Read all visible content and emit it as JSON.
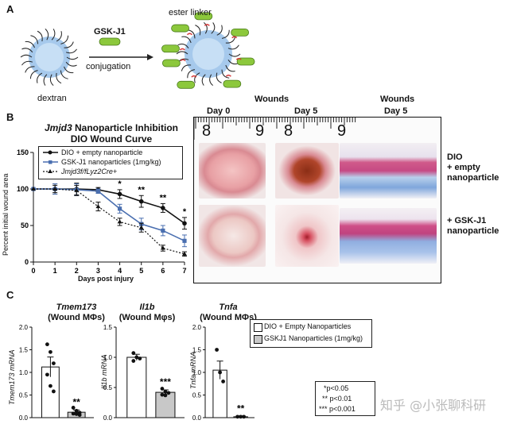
{
  "panelA": {
    "letter": "A",
    "dextran_label": "dextran",
    "drug_label": "GSK-J1",
    "arrow_label": "conjugation",
    "linker_label": "ester linker"
  },
  "panelB": {
    "letter": "B",
    "title_italic": "Jmjd3",
    "title_rest": " Nanoparticle Inhibition",
    "title_line2": "DIO Wound Curve",
    "ylabel": "Percent initial wound area",
    "xlabel": "Days post injury",
    "legend": [
      {
        "text": "DIO + empty nanoparticle",
        "style": "solid-black"
      },
      {
        "text": "GSK-J1 nanoparticles (1mg/kg)",
        "style": "solid-blue"
      },
      {
        "text": "Jmjd3f/fLyz2Cre+",
        "style": "dotted-black"
      }
    ],
    "sig_marks": [
      {
        "day": 4,
        "text": "*"
      },
      {
        "day": 5,
        "text": "**"
      },
      {
        "day": 6,
        "text": "**"
      },
      {
        "day": 7,
        "text": "*"
      }
    ],
    "images": {
      "header_wounds": "Wounds",
      "header_day0": "Day 0",
      "header_day5": "Day 5",
      "header_wounds2": "Wounds",
      "header_day5b": "Day 5",
      "ruler_left_8": "8",
      "ruler_left_9": "9",
      "ruler_right_8": "8",
      "ruler_right_9": "9",
      "row1_label_line1": "DIO",
      "row1_label_line2": "+ empty",
      "row1_label_line3": "nanoparticle",
      "row2_label_line1": "+ GSK-J1",
      "row2_label_line2": "nanoparticle"
    }
  },
  "panelC": {
    "letter": "C",
    "charts": [
      {
        "gene": "Tmem173",
        "sub": "(Wound MΦs)",
        "ylabel": "Tmem173 mRNA",
        "sig": "**"
      },
      {
        "gene": "Il1b",
        "sub": "(Wound Mφs)",
        "ylabel": "Il1b mRNA",
        "sig": "***"
      },
      {
        "gene": "Tnfa",
        "sub": "(Wound MΦs)",
        "ylabel": "Tnfa mRNA",
        "sig": "**"
      }
    ],
    "legend": [
      {
        "text": "DIO + Empty Nanoparticles",
        "fill": "#ffffff"
      },
      {
        "text": "GSKJ1 Nanoparticles (1mg/kg)",
        "fill": "#c8c8c8"
      }
    ],
    "pvals": [
      "*p<0.05",
      "** p<0.01",
      "*** p<0.001"
    ]
  },
  "watermark": "知乎 @小张聊科研",
  "chart_data": [
    {
      "type": "line",
      "title": "Jmjd3 Nanoparticle Inhibition DIO Wound Curve",
      "xlabel": "Days post injury",
      "ylabel": "Percent initial wound area",
      "x": [
        0,
        1,
        2,
        3,
        4,
        5,
        6,
        7
      ],
      "xlim": [
        0,
        7
      ],
      "ylim": [
        0,
        150
      ],
      "yticks": [
        0,
        50,
        100,
        150
      ],
      "series": [
        {
          "name": "DIO + empty nanoparticle",
          "color": "#111111",
          "dash": "none",
          "values": [
            100,
            100,
            100,
            99,
            93,
            83,
            74,
            53
          ],
          "err": [
            0,
            7,
            8,
            3,
            6,
            8,
            6,
            8
          ]
        },
        {
          "name": "GSK-J1 nanoparticles (1mg/kg)",
          "color": "#4a6fb0",
          "dash": "none",
          "values": [
            100,
            100,
            99,
            97,
            73,
            52,
            43,
            29
          ],
          "err": [
            0,
            7,
            8,
            3,
            6,
            8,
            7,
            8
          ]
        },
        {
          "name": "Jmjd3f/fLyz2Cre+",
          "color": "#111111",
          "dash": "2,2",
          "values": [
            100,
            100,
            98,
            76,
            55,
            47,
            19,
            11
          ],
          "err": [
            0,
            5,
            7,
            6,
            5,
            6,
            4,
            3
          ]
        }
      ]
    },
    {
      "type": "bar",
      "title": "Tmem173 (Wound MΦs)",
      "ylabel": "Tmem173 mRNA",
      "ylim": [
        0,
        2.0
      ],
      "yticks": [
        0.0,
        0.5,
        1.0,
        1.5,
        2.0
      ],
      "categories": [
        "DIO + Empty Nanoparticles",
        "GSKJ1 Nanoparticles (1mg/kg)"
      ],
      "values": [
        1.12,
        0.12
      ],
      "err": [
        0.22,
        0.05
      ],
      "points": [
        [
          1.62,
          1.45,
          1.2,
          0.95,
          0.7,
          0.58
        ],
        [
          0.22,
          0.15,
          0.11,
          0.09,
          0.08,
          0.06
        ]
      ]
    },
    {
      "type": "bar",
      "title": "Il1b (Wound Mφs)",
      "ylabel": "Il1b mRNA",
      "ylim": [
        0,
        1.5
      ],
      "yticks": [
        0.0,
        0.5,
        1.0,
        1.5
      ],
      "categories": [
        "DIO + Empty Nanoparticles",
        "GSKJ1 Nanoparticles (1mg/kg)"
      ],
      "values": [
        1.0,
        0.42
      ],
      "err": [
        0.05,
        0.04
      ],
      "points": [
        [
          1.07,
          1.0,
          0.98,
          0.94
        ],
        [
          0.48,
          0.43,
          0.41,
          0.38,
          0.37
        ]
      ]
    },
    {
      "type": "bar",
      "title": "Tnfa (Wound MΦs)",
      "ylabel": "Tnfa mRNA",
      "ylim": [
        0,
        2.0
      ],
      "yticks": [
        0.0,
        0.5,
        1.0,
        1.5,
        2.0
      ],
      "categories": [
        "DIO + Empty Nanoparticles",
        "GSKJ1 Nanoparticles (1mg/kg)"
      ],
      "values": [
        1.05,
        0.02
      ],
      "err": [
        0.2,
        0.01
      ],
      "points": [
        [
          1.5,
          1.0,
          0.8
        ],
        [
          0.02,
          0.02,
          0.02
        ]
      ]
    }
  ]
}
